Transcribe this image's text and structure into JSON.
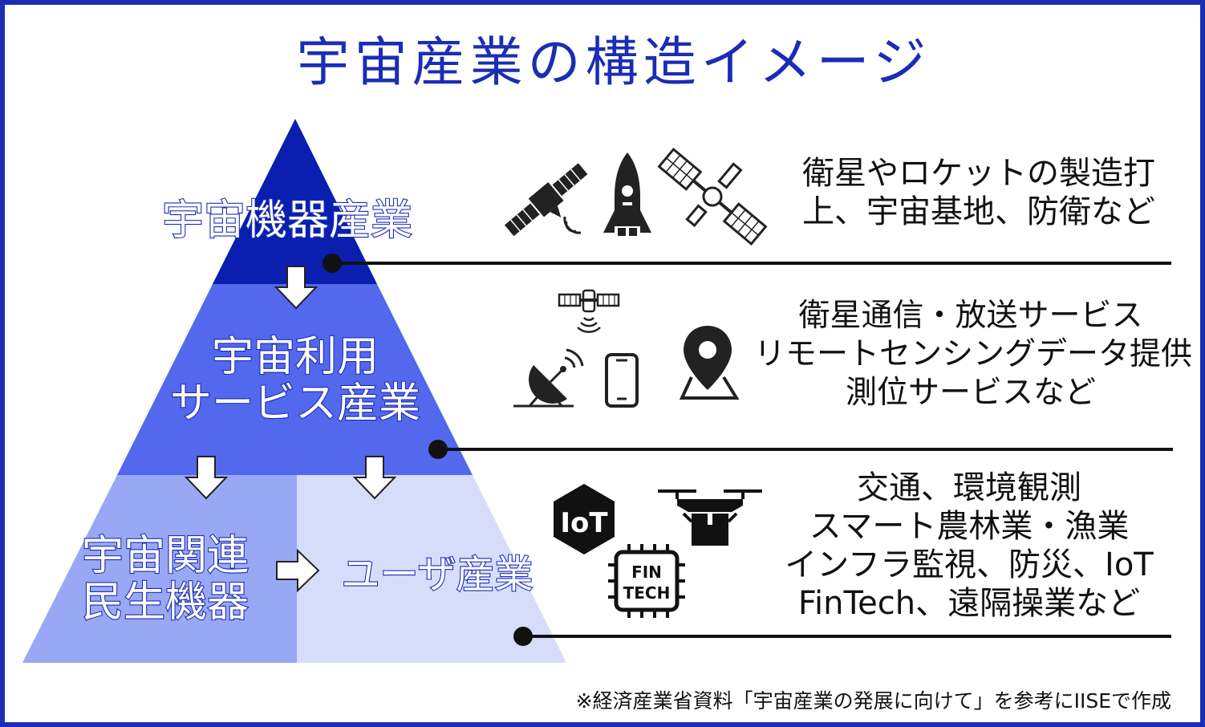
{
  "title": "宇宙産業の構造イメージ",
  "colors": {
    "border": "#1a2db5",
    "title": "#1a2db5",
    "tier1": "#0a1fb0",
    "tier2": "#5468ee",
    "tier3_left": "#98a8f4",
    "tier3_right": "#d6ddfb",
    "label_text": "#ffffff",
    "label_outline": "#1a2db5"
  },
  "pyramid": {
    "tier1": {
      "label": "宇宙機器産業"
    },
    "tier2": {
      "label_line1": "宇宙利用",
      "label_line2": "サービス産業"
    },
    "tier3_left": {
      "label_line1": "宇宙関連",
      "label_line2": "民生機器"
    },
    "tier3_right": {
      "label": "ユーザ産業"
    }
  },
  "rows": {
    "row1": {
      "icons": [
        "satellite-icon",
        "rocket-icon",
        "space-station-icon"
      ],
      "lines": [
        "衛星やロケットの製造打",
        "上、宇宙基地、防衛など"
      ]
    },
    "row2": {
      "icons": [
        "small-satellite-icon",
        "satellite-dish-icon",
        "smartphone-icon",
        "map-pin-icon"
      ],
      "lines": [
        "衛星通信・放送サービス",
        "リモートセンシングデータ提供",
        "測位サービスなど"
      ]
    },
    "row3": {
      "icons": [
        "iot-hexagon-icon",
        "drone-icon",
        "fintech-chip-icon"
      ],
      "iot_label": "IoT",
      "fintech_label_line1": "FIN",
      "fintech_label_line2": "TECH",
      "lines": [
        "交通、環境観測",
        "スマート農林業・漁業",
        "インフラ監視、防災、IoT",
        "FinTech、遠隔操業など"
      ]
    }
  },
  "source_note": "※経済産業省資料「宇宙産業の発展に向けて」を参考にIISEで作成"
}
